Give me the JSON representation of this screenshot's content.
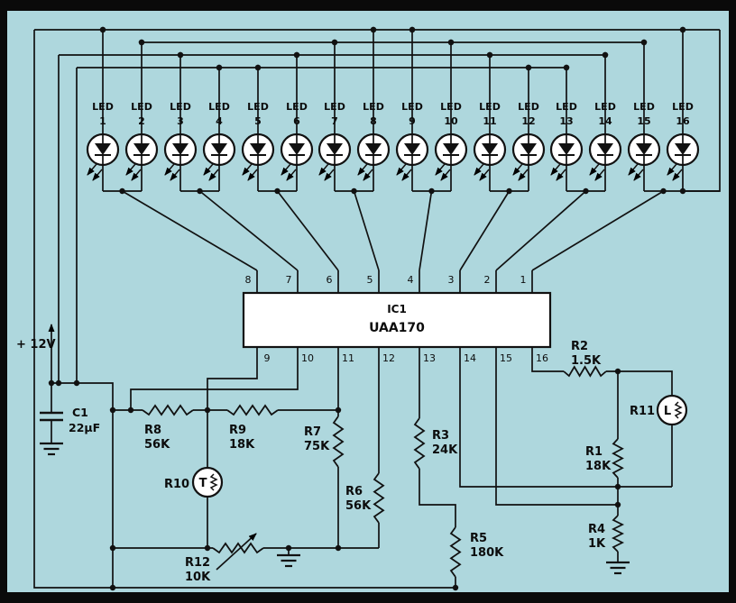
{
  "colors": {
    "frame": "#0a0a0a",
    "background": "#aed7dd",
    "line": "#111111",
    "component_fill": "#ffffff",
    "text": "#0c0c0c"
  },
  "supply": {
    "label": "+ 12V"
  },
  "capacitor": {
    "ref": "C1",
    "value": "22µF"
  },
  "ic": {
    "ref": "IC1",
    "part": "UAA170",
    "top_pins": [
      "8",
      "7",
      "6",
      "5",
      "4",
      "3",
      "2",
      "1"
    ],
    "bottom_pins": [
      "9",
      "10",
      "11",
      "12",
      "13",
      "14",
      "15",
      "16"
    ]
  },
  "leds": [
    {
      "label": "LED",
      "num": "1"
    },
    {
      "label": "LED",
      "num": "2"
    },
    {
      "label": "LED",
      "num": "3"
    },
    {
      "label": "LED",
      "num": "4"
    },
    {
      "label": "LED",
      "num": "5"
    },
    {
      "label": "LED",
      "num": "6"
    },
    {
      "label": "LED",
      "num": "7"
    },
    {
      "label": "LED",
      "num": "8"
    },
    {
      "label": "LED",
      "num": "9"
    },
    {
      "label": "LED",
      "num": "10"
    },
    {
      "label": "LED",
      "num": "11"
    },
    {
      "label": "LED",
      "num": "12"
    },
    {
      "label": "LED",
      "num": "13"
    },
    {
      "label": "LED",
      "num": "14"
    },
    {
      "label": "LED",
      "num": "15"
    },
    {
      "label": "LED",
      "num": "16"
    }
  ],
  "resistors": {
    "r1": {
      "ref": "R1",
      "value": "18K"
    },
    "r2": {
      "ref": "R2",
      "value": "1.5K"
    },
    "r3": {
      "ref": "R3",
      "value": "24K"
    },
    "r4": {
      "ref": "R4",
      "value": "1K"
    },
    "r5": {
      "ref": "R5",
      "value": "180K"
    },
    "r6": {
      "ref": "R6",
      "value": "56K"
    },
    "r7": {
      "ref": "R7",
      "value": "75K"
    },
    "r8": {
      "ref": "R8",
      "value": "56K"
    },
    "r9": {
      "ref": "R9",
      "value": "18K"
    },
    "r12": {
      "ref": "R12",
      "value": "10K"
    }
  },
  "sensors": {
    "r10": {
      "ref": "R10",
      "letter": "T"
    },
    "r11": {
      "ref": "R11",
      "letter": "L"
    }
  }
}
